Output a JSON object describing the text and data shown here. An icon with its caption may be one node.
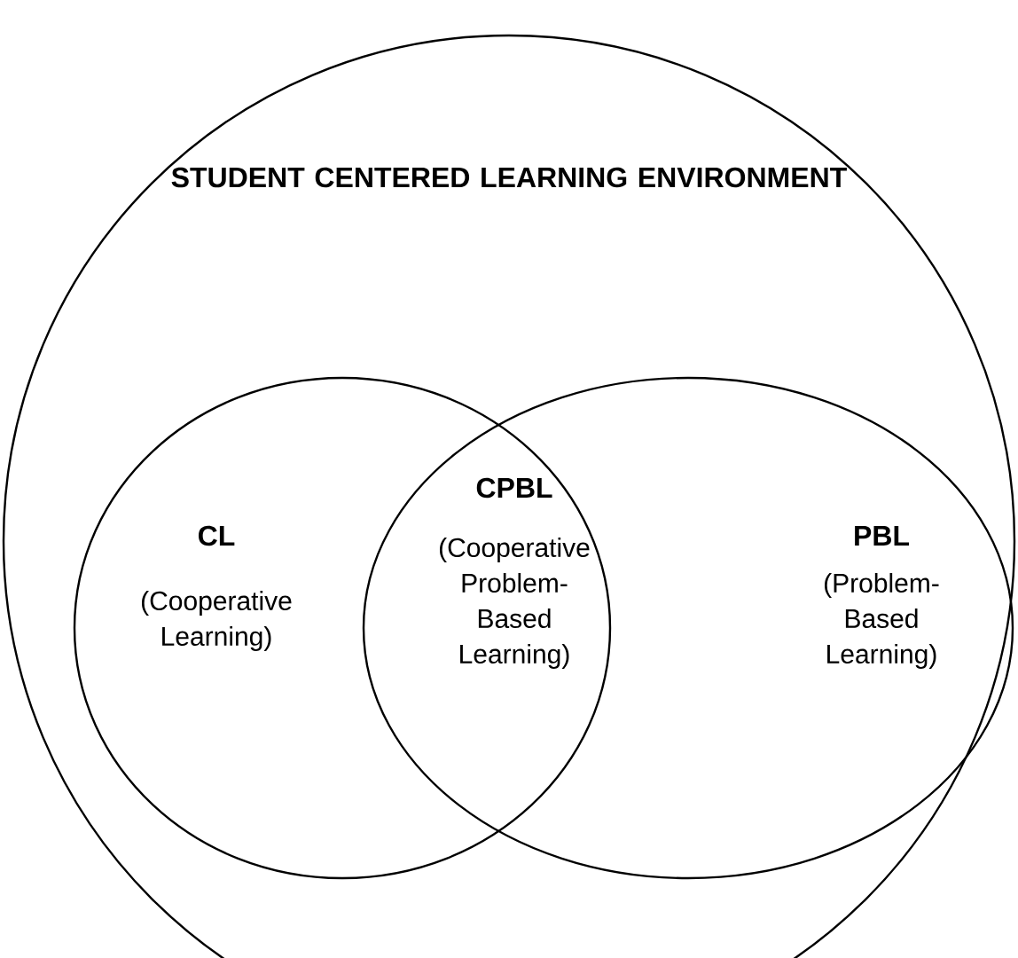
{
  "diagram": {
    "nodes": [
      {
        "text": [
          "STUDENT CENTERED LEARNING ENVIRONMENT"
        ]
      },
      {
        "text": [
          "CL",
          "(Cooperative Learning)"
        ],
        "in": 0
      },
      {
        "text": [
          "PBL",
          "(Problem-Based Learning)"
        ],
        "in": 0
      }
    ],
    "edges": [],
    "labels": [
      "CPBL",
      "(Cooperative Problem-Based Learning)"
    ]
  }
}
